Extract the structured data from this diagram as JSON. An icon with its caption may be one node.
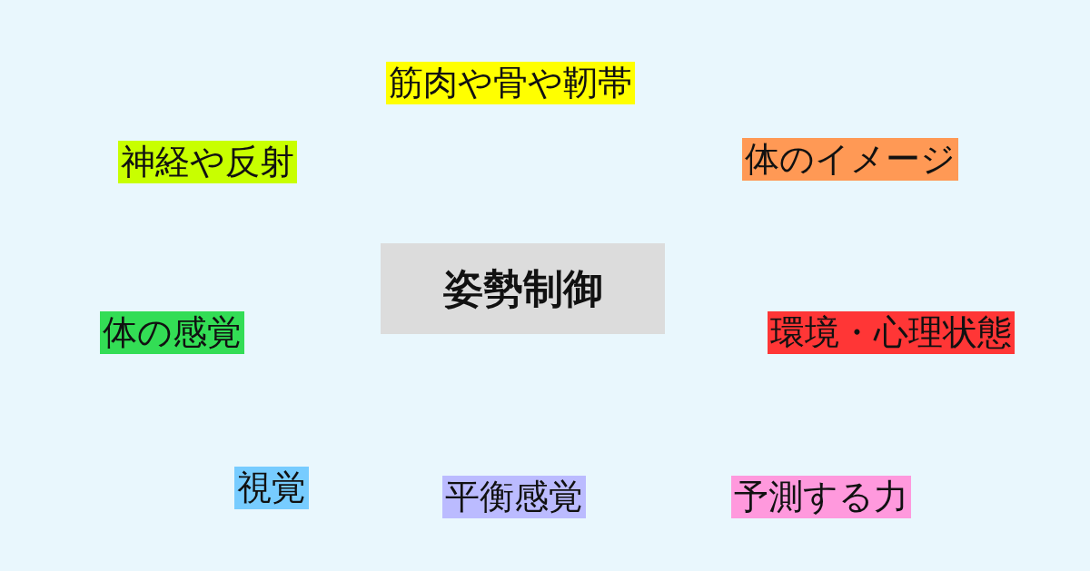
{
  "diagram": {
    "nodes": [
      {
        "text": [
          "筋肉や骨や靭帯"
        ]
      },
      {
        "text": [
          "神経や反射"
        ]
      },
      {
        "text": [
          "体のイメージ"
        ]
      },
      {
        "text": [
          "姿勢制御"
        ]
      },
      {
        "text": [
          "体の感覚"
        ]
      },
      {
        "text": [
          "環境・心理状態"
        ]
      },
      {
        "text": [
          "視覚"
        ]
      },
      {
        "text": [
          "平衡感覚"
        ]
      },
      {
        "text": [
          "予測する力"
        ]
      }
    ]
  }
}
